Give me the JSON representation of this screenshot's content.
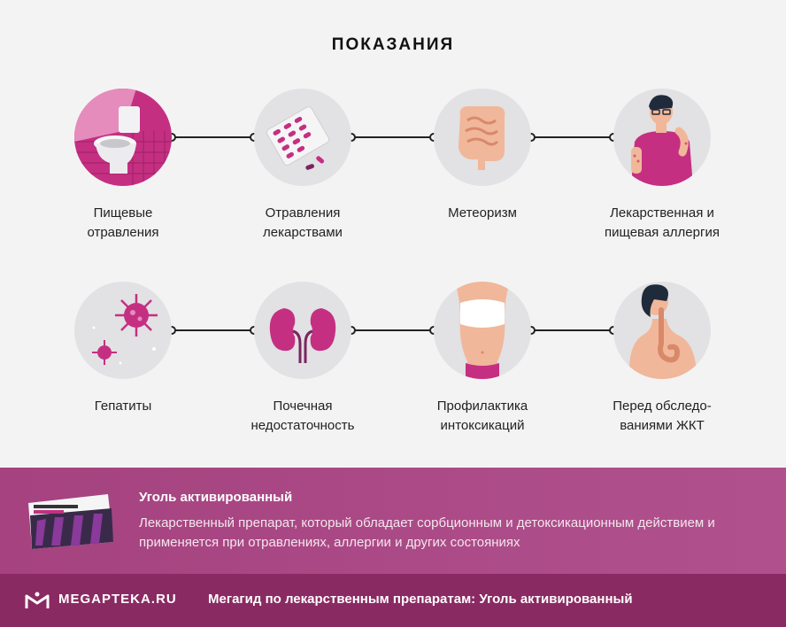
{
  "title": "ПОКАЗАНИЯ",
  "indications": [
    {
      "label": "Пищевые\nотравления",
      "icon": "toilet-icon"
    },
    {
      "label": "Отравления\nлекарствами",
      "icon": "pills-blister-icon"
    },
    {
      "label": "Метеоризм",
      "icon": "intestines-icon"
    },
    {
      "label": "Лекарственная и\nпищевая аллергия",
      "icon": "allergy-person-icon"
    },
    {
      "label": "Гепатиты",
      "icon": "virus-icon"
    },
    {
      "label": "Почечная\nнедостаточность",
      "icon": "kidneys-icon"
    },
    {
      "label": "Профилактика\nинтоксикаций",
      "icon": "torso-icon"
    },
    {
      "label": "Перед обследо-\nваниями ЖКТ",
      "icon": "digestive-tract-icon"
    }
  ],
  "info": {
    "product_title": "Уголь активированный",
    "description": "Лекарственный препарат, который обладает сорбционным и детоксикационным действием и применяется при отравлениях, аллергии и других состояниях"
  },
  "footer": {
    "logo": "MEGAPTEKA.RU",
    "text": "Мегагид по лекарственным препаратам: Уголь активированный"
  },
  "colors": {
    "accent": "#a8407f",
    "footer": "#8a2a62",
    "magenta": "#c2307f",
    "circle_bg": "#e2e1e3"
  }
}
